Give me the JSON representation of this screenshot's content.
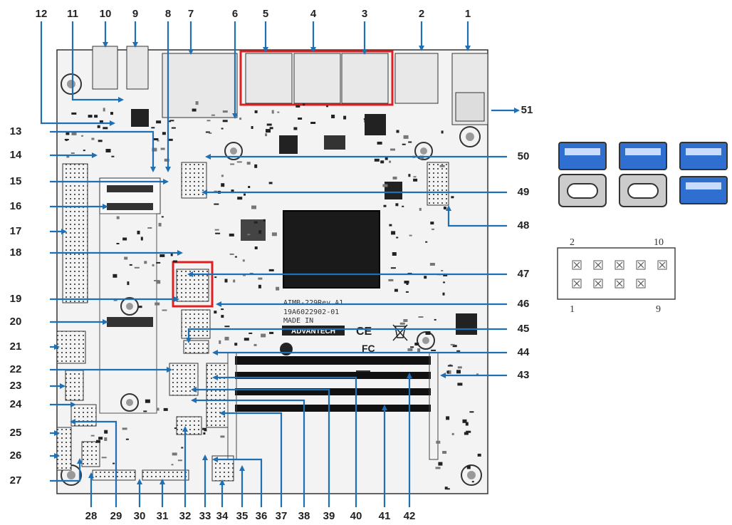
{
  "callouts": {
    "1": "1",
    "2": "2",
    "3": "3",
    "4": "4",
    "5": "5",
    "6": "6",
    "7": "7",
    "8": "8",
    "9": "9",
    "10": "10",
    "11": "11",
    "12": "12",
    "13": "13",
    "14": "14",
    "15": "15",
    "16": "16",
    "17": "17",
    "18": "18",
    "19": "19",
    "20": "20",
    "21": "21",
    "22": "22",
    "23": "23",
    "24": "24",
    "25": "25",
    "26": "26",
    "27": "27",
    "28": "28",
    "29": "29",
    "30": "30",
    "31": "31",
    "32": "32",
    "33": "33",
    "34": "34",
    "35": "35",
    "36": "36",
    "37": "37",
    "38": "38",
    "39": "39",
    "40": "40",
    "41": "41",
    "42": "42",
    "43": "43",
    "44": "44",
    "45": "45",
    "46": "46",
    "47": "47",
    "48": "48",
    "49": "49",
    "50": "50",
    "51": "51"
  },
  "board_silkscreen": {
    "model": "AIMB-229Rev.A1",
    "part_number": "19A6022902-01",
    "made_in": "MADE IN",
    "brand": "ADVANTECH",
    "ce_mark": "CE",
    "fcc_mark": "FC"
  },
  "pin_header": {
    "top_left": "2",
    "top_right": "10",
    "bottom_left": "1",
    "bottom_right": "9"
  },
  "colors": {
    "leader": "#1f6fb5",
    "highlight": "#e02020",
    "pcb": "#f3f3f3",
    "usb_blue": "#2f6fd0"
  },
  "icons": {
    "usb_ports": "usb-port-icon",
    "pin": "pin-cross-icon",
    "mounting_hole": "mounting-hole-icon"
  }
}
